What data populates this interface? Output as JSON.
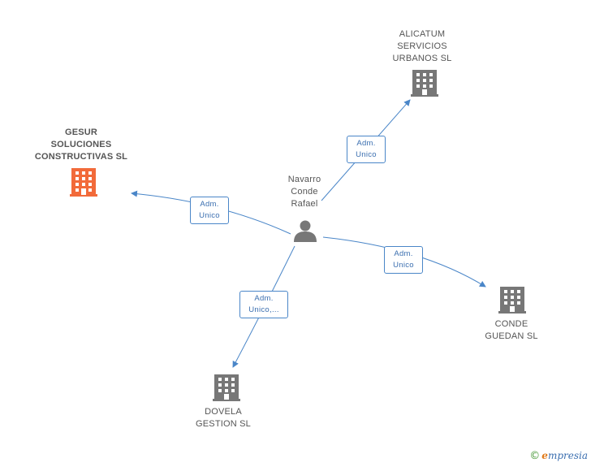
{
  "person": {
    "name_lines": [
      "Navarro",
      "Conde",
      "Rafael"
    ]
  },
  "companies": {
    "gesur": {
      "lines": [
        "GESUR",
        "SOLUCIONES",
        "CONSTRUCTIVAS SL"
      ],
      "color": "#f26a3a"
    },
    "alicatum": {
      "lines": [
        "ALICATUM",
        "SERVICIOS",
        "URBANOS  SL"
      ],
      "color": "#777777"
    },
    "conde": {
      "lines": [
        "CONDE",
        "GUEDAN SL"
      ],
      "color": "#777777"
    },
    "dovela": {
      "lines": [
        "DOVELA",
        "GESTION SL"
      ],
      "color": "#777777"
    }
  },
  "edges": {
    "gesur": [
      "Adm.",
      "Unico"
    ],
    "alicatum": [
      "Adm.",
      "Unico"
    ],
    "conde": [
      "Adm.",
      "Unico"
    ],
    "dovela": [
      "Adm.",
      "Unico,..."
    ]
  },
  "colors": {
    "edge": "#4a86c8",
    "person": "#777777"
  },
  "icons": {
    "person": "person-icon",
    "company": "building-icon"
  },
  "watermark": {
    "symbol": "©",
    "e": "e",
    "brand": "mpresia"
  }
}
